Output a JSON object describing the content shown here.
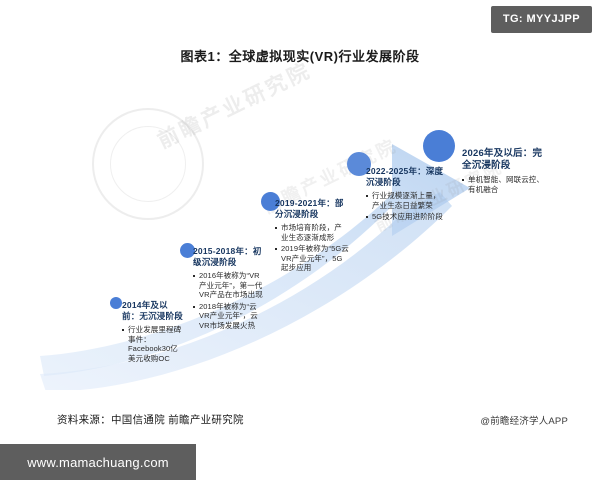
{
  "badge": {
    "label": "TG: MYYJJPP"
  },
  "watermark": {
    "site": "www.mamachuang.com",
    "diagonal_1": "前瞻产业研究院",
    "diagonal_2": "前瞻产业研究院",
    "diagonal_3": "前瞻产业研究院"
  },
  "title": "图表1：全球虚拟现实(VR)行业发展阶段",
  "chart_data": {
    "type": "line",
    "title": "图表1：全球虚拟现实(VR)行业发展阶段",
    "xlabel": "",
    "ylabel": "",
    "legend": "none",
    "grid": false,
    "annotation": "递增式上升箭头，表示VR行业沉浸度与规模随时间提升",
    "categories": [
      "2014年及以前",
      "2015-2018年",
      "2019-2021年",
      "2022-2025年",
      "2026年及以后"
    ],
    "values": [
      1,
      2,
      3,
      4,
      5
    ],
    "stages": [
      {
        "id": "stage-1",
        "period": "2014年及以前：",
        "name": "无沉浸阶段",
        "bullets": [
          "行业发展里程碑事件：Facebook30亿美元收购OC"
        ]
      },
      {
        "id": "stage-2",
        "period": "2015-2018年：",
        "name": "初级沉浸阶段",
        "bullets": [
          "2016年被称为“VR产业元年”，第一代VR产品在市场出现",
          "2018年被称为“云VR产业元年”，云VR市场发展火热"
        ]
      },
      {
        "id": "stage-3",
        "period": "2019-2021年：",
        "name": "部分沉浸阶段",
        "bullets": [
          "市场培育阶段，产业生态逐渐成形",
          "2019年被称为“5G云VR产业元年”，5G起步应用"
        ]
      },
      {
        "id": "stage-4",
        "period": "2022-2025年：",
        "name": "深度沉浸阶段",
        "bullets": [
          "行业规模逐渐上量，产业生态日益繁荣",
          "5G技术应用进阶阶段"
        ]
      },
      {
        "id": "stage-5",
        "period": "2026年及以后：",
        "name": "完全沉浸阶段",
        "bullets": [
          "单机智能、网联云控、有机融合"
        ]
      }
    ]
  },
  "footer": {
    "source": "资料来源：中国信通院 前瞻产业研究院",
    "app": "@前瞻经济学人APP"
  },
  "colors": {
    "dot": "#4a7ed6",
    "arrow_light": "#dce8f8",
    "arrow_dark": "#b8d0ef",
    "heading_text": "#16355f",
    "badge_bg": "#5e5e5e"
  }
}
